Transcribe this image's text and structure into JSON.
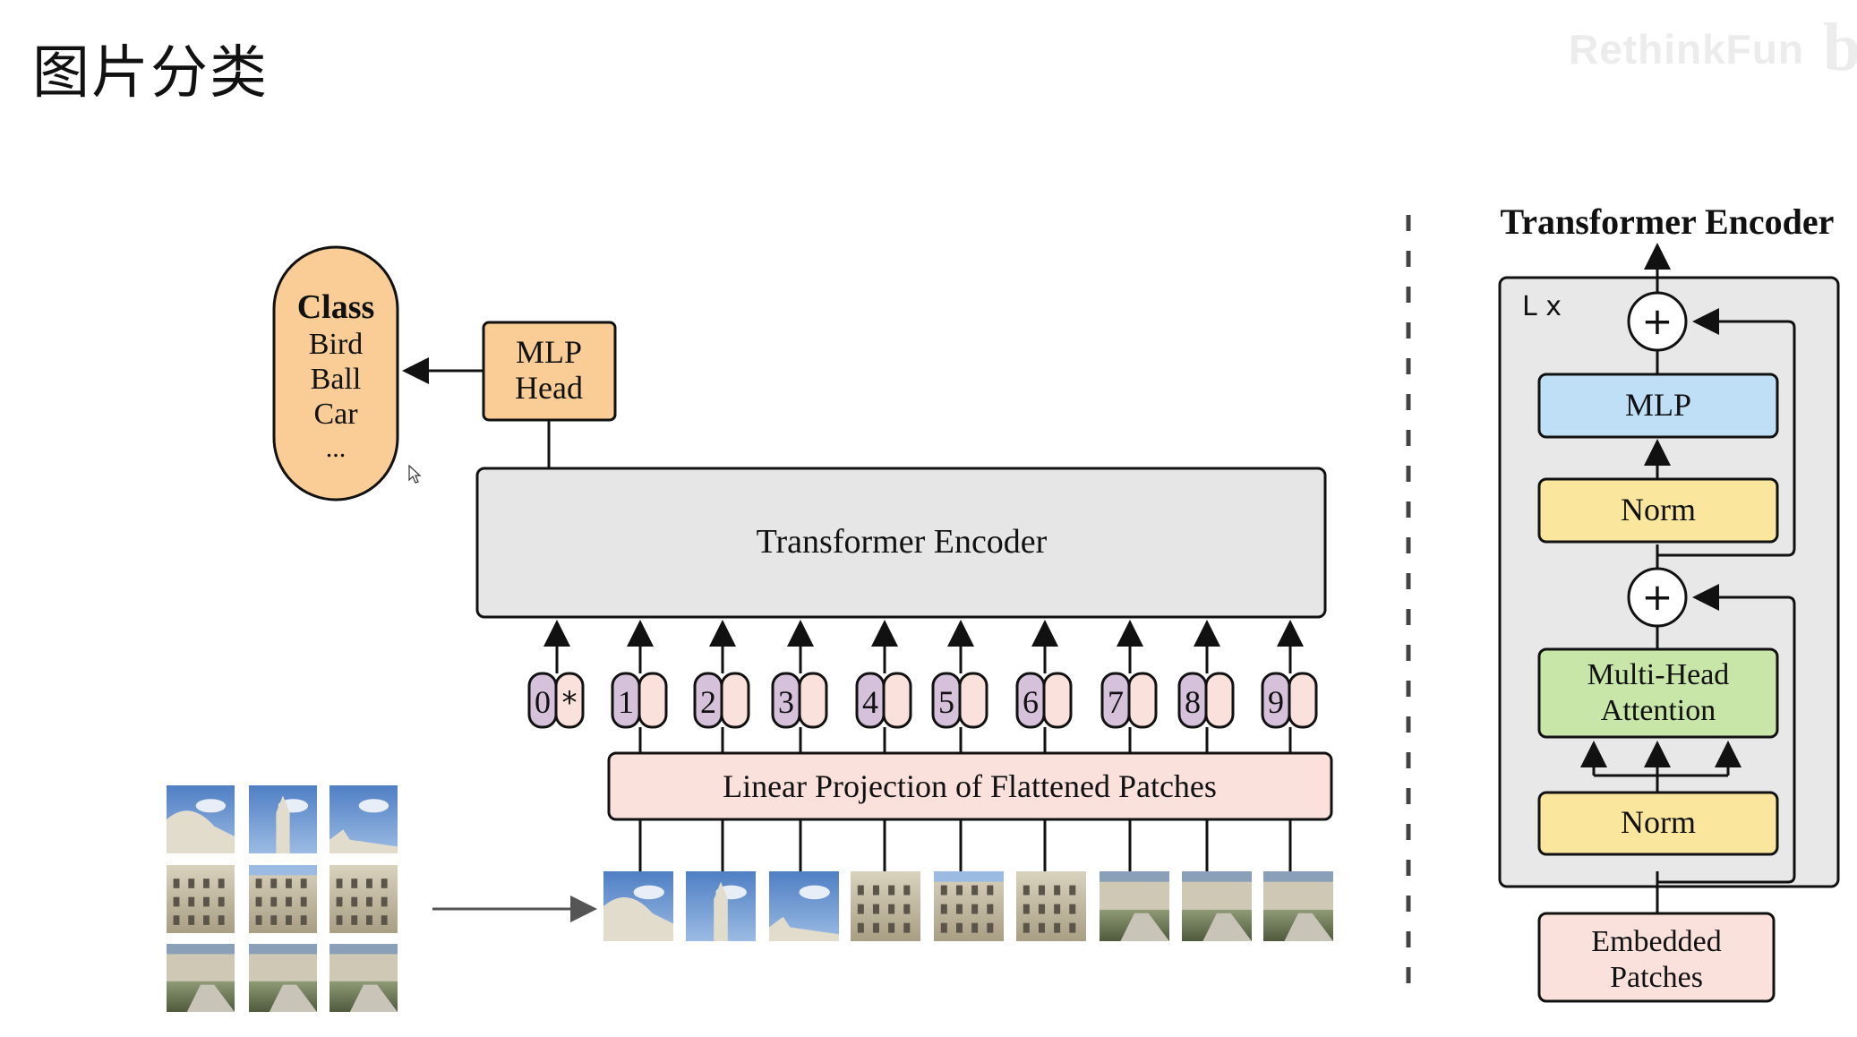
{
  "slide": {
    "title": "图片分类",
    "watermark": "RethinkFun"
  },
  "main": {
    "class_box": {
      "title": "Class",
      "items": [
        "Bird",
        "Ball",
        "Car",
        "..."
      ]
    },
    "mlp_head": {
      "line1": "MLP",
      "line2": "Head"
    },
    "encoder": {
      "label": "Transformer Encoder"
    },
    "tokens": [
      "0",
      "1",
      "2",
      "3",
      "4",
      "5",
      "6",
      "7",
      "8",
      "9"
    ],
    "cls_marker": "*",
    "projection": {
      "label": "Linear Projection of Flattened Patches"
    }
  },
  "detail": {
    "title": "Transformer Encoder",
    "repeat": "L x",
    "plus": "+",
    "mlp": "MLP",
    "norm": "Norm",
    "mha": {
      "line1": "Multi-Head",
      "line2": "Attention"
    },
    "embedded": {
      "line1": "Embedded",
      "line2": "Patches"
    }
  },
  "colors": {
    "class_fill": "#f9cd95",
    "mlp_head_fill": "#f9cd95",
    "encoder_fill": "#e6e6e6",
    "token_fill": "#d6c1db",
    "token_embed_fill": "#fbe1dc",
    "projection_fill": "#fbe1dc",
    "mlp_fill": "#bfdff7",
    "norm_fill": "#fbe69d",
    "mha_fill": "#c7e6a8",
    "embedded_fill": "#fbe1dc",
    "panel_fill": "#e8e8e8"
  },
  "icons": {
    "cursor": "mouse-cursor-icon",
    "plus": "plus-circle-icon"
  }
}
